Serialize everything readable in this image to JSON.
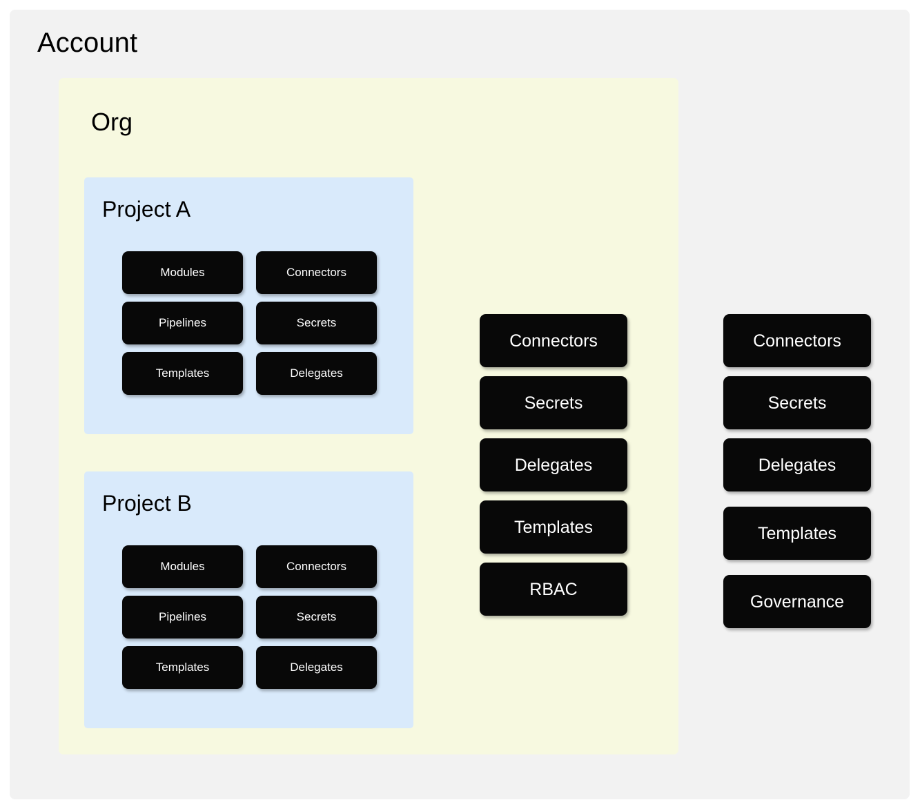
{
  "diagram": {
    "type": "nested-hierarchy",
    "account": {
      "title": "Account",
      "background_color": "#f2f2f2"
    },
    "org": {
      "title": "Org",
      "background_color": "#f7f9e0"
    },
    "projects": [
      {
        "title": "Project A",
        "background_color": "#d9eafb",
        "tiles": [
          "Modules",
          "Connectors",
          "Pipelines",
          "Secrets",
          "Templates",
          "Delegates"
        ]
      },
      {
        "title": "Project B",
        "background_color": "#d9eafb",
        "tiles": [
          "Modules",
          "Connectors",
          "Pipelines",
          "Secrets",
          "Templates",
          "Delegates"
        ]
      }
    ],
    "org_level_tiles": [
      "Connectors",
      "Secrets",
      "Delegates",
      "Templates",
      "RBAC"
    ],
    "account_level_tiles": [
      "Connectors",
      "Secrets",
      "Delegates",
      "Templates",
      "Governance"
    ],
    "tile_colors": {
      "background": "#080808",
      "text": "#ffffff"
    }
  }
}
